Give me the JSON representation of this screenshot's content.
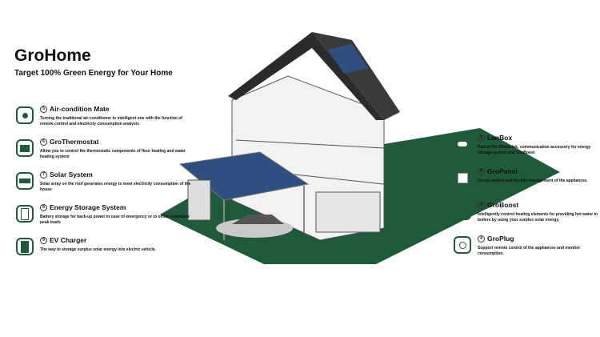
{
  "header": {
    "title": "GroHome",
    "subtitle": "Target 100% Green Energy for Your Home"
  },
  "left_features": [
    {
      "num": "5",
      "title": "Air-condition Mate",
      "desc": "Turning the traditional air-conditioner to intelligent one with the function of remote control and electricity consumption analysis",
      "icon": "air-conditioner-icon"
    },
    {
      "num": "6",
      "title": "GroThermostat",
      "desc": "Allow you to control the thermostatic components of floor heating and water heating system",
      "icon": "thermostat-icon"
    },
    {
      "num": "7",
      "title": "Solar System",
      "desc": "Solar array on the roof generates energy to meet electricity consumption of the house",
      "icon": "solar-panel-icon"
    },
    {
      "num": "8",
      "title": "Energy Storage System",
      "desc": "Battery storage for back-up power in case of emergency or to offset expensive peak loads",
      "icon": "battery-icon"
    },
    {
      "num": "9",
      "title": "EV Charger",
      "desc": "The way to storage surplus solar energy into electric vehicle.",
      "icon": "ev-charger-icon"
    }
  ],
  "right_features": [
    {
      "num": "1",
      "title": "LanBox",
      "desc": "Part of the ShineLink, communication accessory for energy storage system and GroBoost",
      "icon": "lanbox-icon"
    },
    {
      "num": "2",
      "title": "GroPanel",
      "desc": "Group control and flexible management of the appliances",
      "icon": "panel-icon"
    },
    {
      "num": "3",
      "title": "GroBoost",
      "desc": "Intelligently control heating elements for providing hot water in boilers by using your surplus solar energy.",
      "icon": "boost-icon"
    },
    {
      "num": "4",
      "title": "GroPlug",
      "desc": "Support remote control of the appliances and monitor consumption.",
      "icon": "plug-icon"
    }
  ],
  "colors": {
    "brand": "#1f5a3a",
    "ground": "#1e5a3b",
    "roof": "#2b2b2b"
  }
}
